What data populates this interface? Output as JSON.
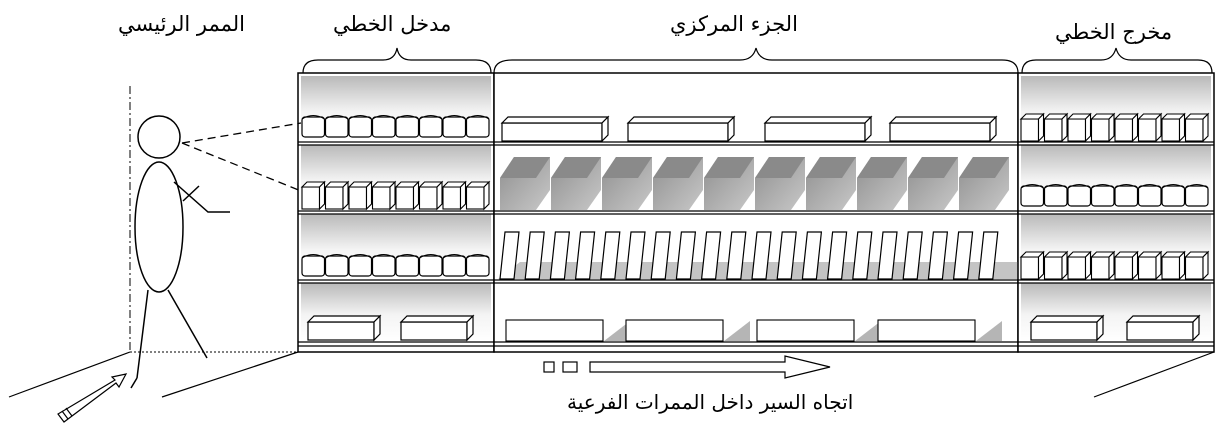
{
  "labels": {
    "main_aisle": "الممر الرئيسي",
    "aisle_entrance": "مدخل الخطي",
    "central_part": "الجزء المركزي",
    "aisle_exit": "مخرج الخطي",
    "walking_direction": "اتجاه السير داخل الممرات الفرعية"
  },
  "colors": {
    "outline": "#000000",
    "shelf_gradient_dark": "#b9b9b9",
    "shelf_gradient_light": "#ffffff",
    "grey_box": "#9a9a9a",
    "shadow": "#bdbdbd"
  }
}
